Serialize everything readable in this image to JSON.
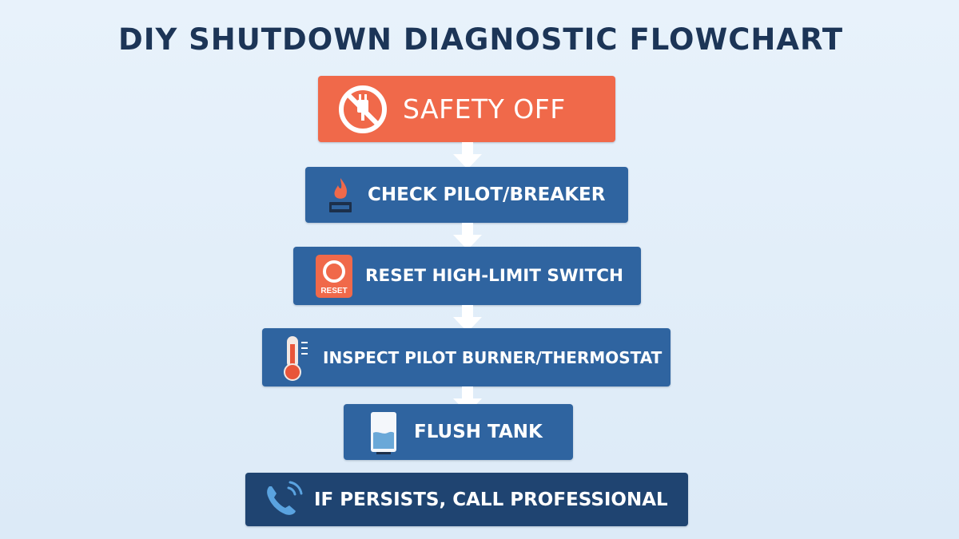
{
  "title": "DIY SHUTDOWN DIAGNOSTIC FLOWCHART",
  "steps": [
    {
      "label": "SAFETY OFF",
      "icon": "no-plug-icon",
      "color": "#f0694a"
    },
    {
      "label": "CHECK PILOT/BREAKER",
      "icon": "flame-icon",
      "color": "#2f64a0"
    },
    {
      "label": "RESET HIGH-LIMIT SWITCH",
      "icon": "reset-button-icon",
      "icon_text": "RESET",
      "color": "#2f64a0"
    },
    {
      "label": "INSPECT PILOT BURNER/THERMOSTAT",
      "icon": "thermometer-icon",
      "color": "#2f64a0"
    },
    {
      "label": "FLUSH TANK",
      "icon": "tank-icon",
      "color": "#2f64a0"
    },
    {
      "label": "IF PERSISTS, CALL PROFESSIONAL",
      "icon": "phone-icon",
      "color": "#1f4471"
    }
  ],
  "colors": {
    "title": "#1c3557",
    "arrow": "#ffffff",
    "background": "#e3eef9",
    "accent": "#f0694a"
  }
}
